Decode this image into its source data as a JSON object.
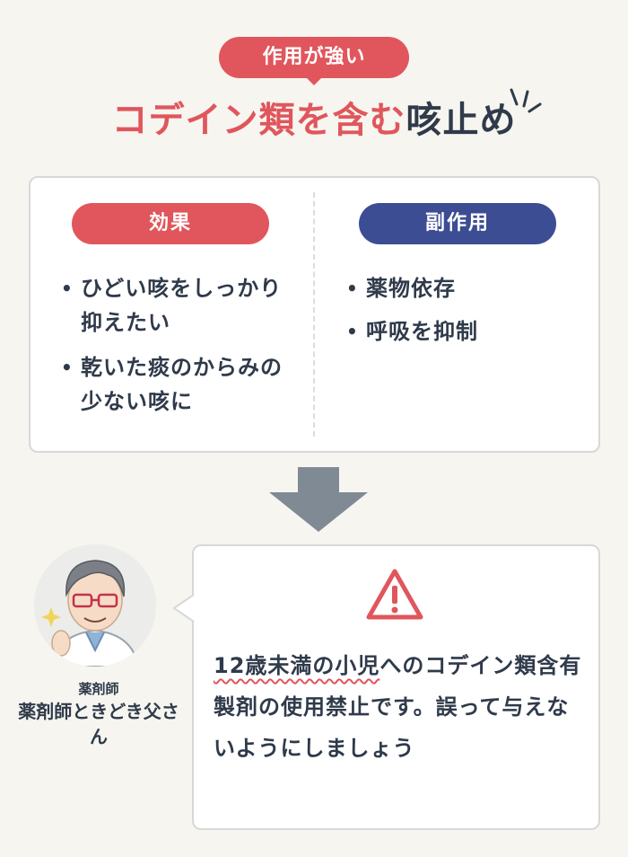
{
  "header": {
    "badge": "作用が強い",
    "title_red": "コデイン類を含む",
    "title_dark": "咳止め"
  },
  "effects": {
    "label": "効果",
    "items": [
      "ひどい咳をしっかり抑えたい",
      "乾いた痰のからみの少ない咳に"
    ]
  },
  "side_effects": {
    "label": "副作用",
    "items": [
      "薬物依存",
      "呼吸を抑制"
    ]
  },
  "speaker": {
    "role": "薬剤師",
    "name": "薬剤師ときどき父さん"
  },
  "warning": {
    "highlight": "12歳未満の小児",
    "text": "へのコデイン類含有製剤の使用禁止です。誤って与えないようにしましょう"
  },
  "colors": {
    "accent_red": "#e0565c",
    "accent_blue": "#3d4d93",
    "arrow": "#7f8a94"
  }
}
